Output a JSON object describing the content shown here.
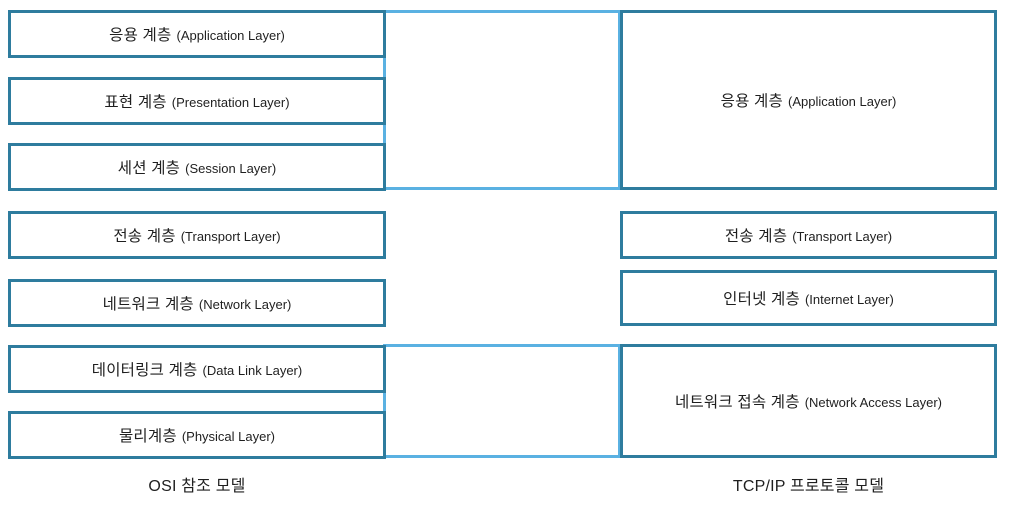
{
  "diagram": {
    "title_implicit": "OSI vs TCP/IP layer mapping",
    "colors": {
      "box_border": "#2e7c9e",
      "connector_border": "#5ab1e2",
      "text": "#1f1f1f",
      "background": "#ffffff"
    },
    "osi": {
      "caption": "OSI 참조 모델",
      "layers": [
        {
          "ko": "응용 계층",
          "en": "(Application Layer)"
        },
        {
          "ko": "표현 계층",
          "en": "(Presentation Layer)"
        },
        {
          "ko": "세션 계층",
          "en": "(Session Layer)"
        },
        {
          "ko": "전송 계층",
          "en": "(Transport Layer)"
        },
        {
          "ko": "네트워크 계층",
          "en": "(Network Layer)"
        },
        {
          "ko": "데이터링크 계층",
          "en": "(Data Link Layer)"
        },
        {
          "ko": "물리계층",
          "en": "(Physical Layer)"
        }
      ]
    },
    "tcpip": {
      "caption": "TCP/IP 프로토콜 모델",
      "layers": [
        {
          "ko": "응용 계층",
          "en": "(Application Layer)"
        },
        {
          "ko": "전송 계층",
          "en": "(Transport Layer)"
        },
        {
          "ko": "인터넷 계층",
          "en": "(Internet Layer)"
        },
        {
          "ko": "네트워크 접속 계층",
          "en": "(Network Access Layer)"
        }
      ]
    }
  }
}
